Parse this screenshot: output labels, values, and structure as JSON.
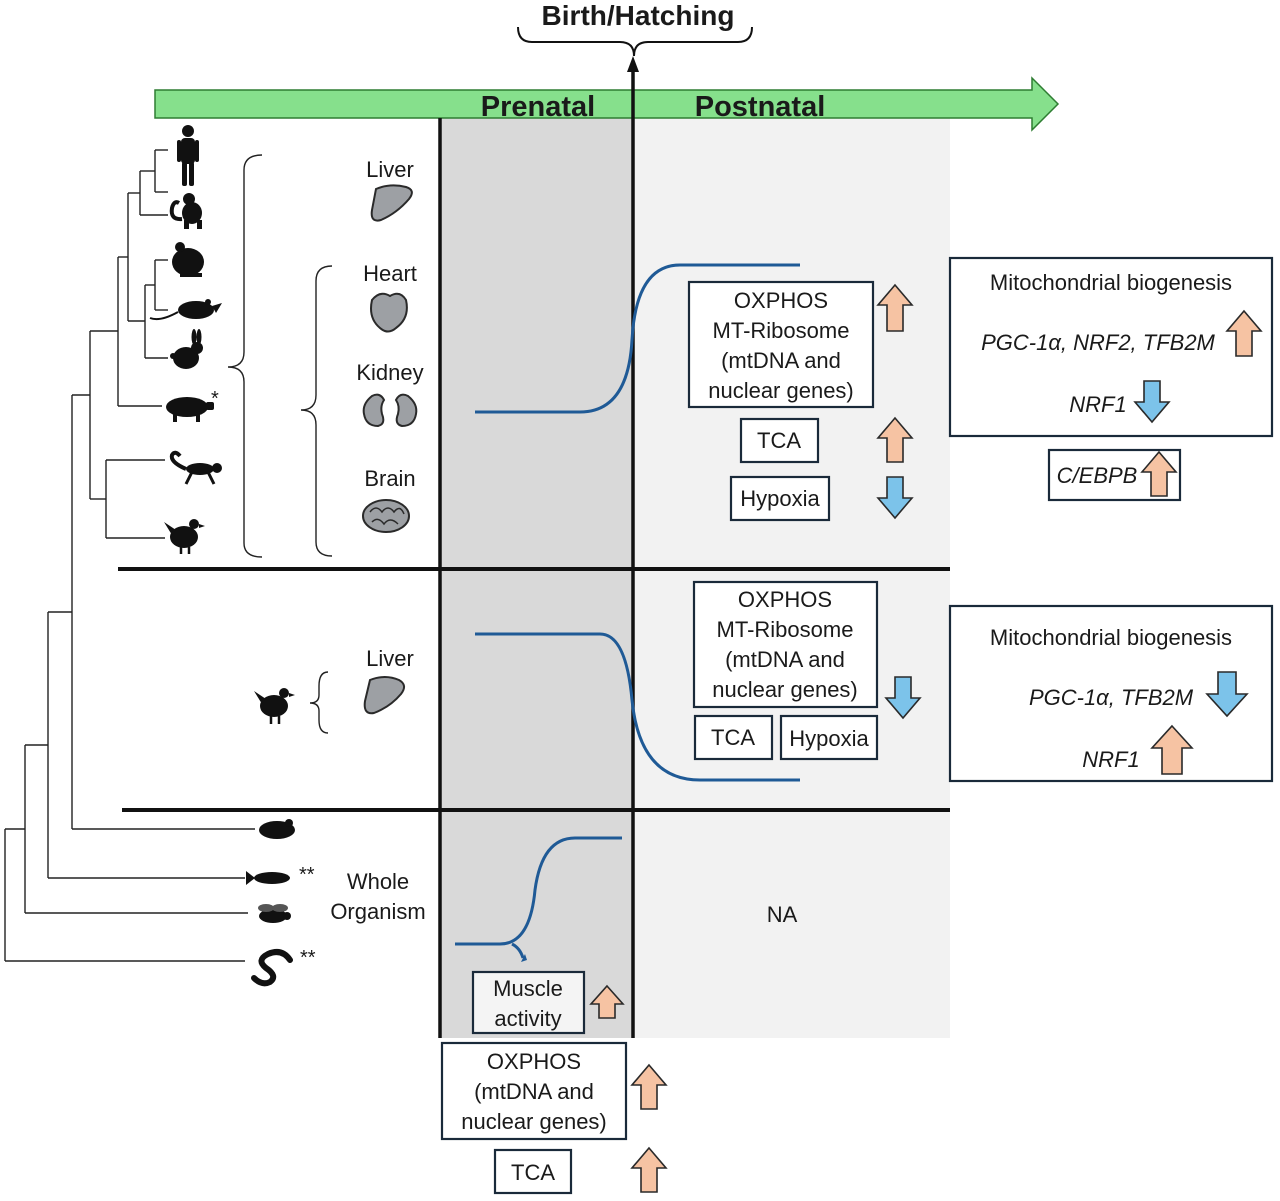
{
  "header": {
    "birth": "Birth/Hatching",
    "prenatal": "Prenatal",
    "postnatal": "Postnatal"
  },
  "organs": {
    "liver": "Liver",
    "heart": "Heart",
    "kidney": "Kidney",
    "brain": "Brain",
    "chicken_liver": "Liver",
    "whole_line1": "Whole",
    "whole_line2": "Organism"
  },
  "markers": {
    "pig": "*",
    "fish": "**",
    "worm": "**"
  },
  "row1": {
    "box1_l1": "OXPHOS",
    "box1_l2": "MT-Ribosome",
    "box1_l3": "(mtDNA and",
    "box1_l4": "nuclear genes)",
    "tca": "TCA",
    "hypoxia": "Hypoxia",
    "mito_title": "Mitochondrial biogenesis",
    "mito_genes_up": "PGC-1α, NRF2, TFB2M",
    "mito_gene_down": "NRF1",
    "cebpb": "C/EBPB"
  },
  "row2": {
    "box1_l1": "OXPHOS",
    "box1_l2": "MT-Ribosome",
    "box1_l3": "(mtDNA and",
    "box1_l4": "nuclear genes)",
    "tca": "TCA",
    "hypoxia": "Hypoxia",
    "mito_title": "Mitochondrial biogenesis",
    "mito_genes_down": "PGC-1α, TFB2M",
    "mito_gene_up": "NRF1"
  },
  "row3": {
    "na": "NA",
    "muscle_l1": "Muscle",
    "muscle_l2": "activity",
    "ox_l1": "OXPHOS",
    "ox_l2": "(mtDNA and",
    "ox_l3": "nuclear genes)",
    "tca": "TCA"
  },
  "colors": {
    "timeline_arrow": "#86e08c",
    "prenatal_bg": "#d9d9d9",
    "postnatal_bg": "#f2f2f2",
    "curve": "#1f5a96",
    "up_arrow": "#f6c3a3",
    "down_arrow": "#7cc3ea"
  }
}
